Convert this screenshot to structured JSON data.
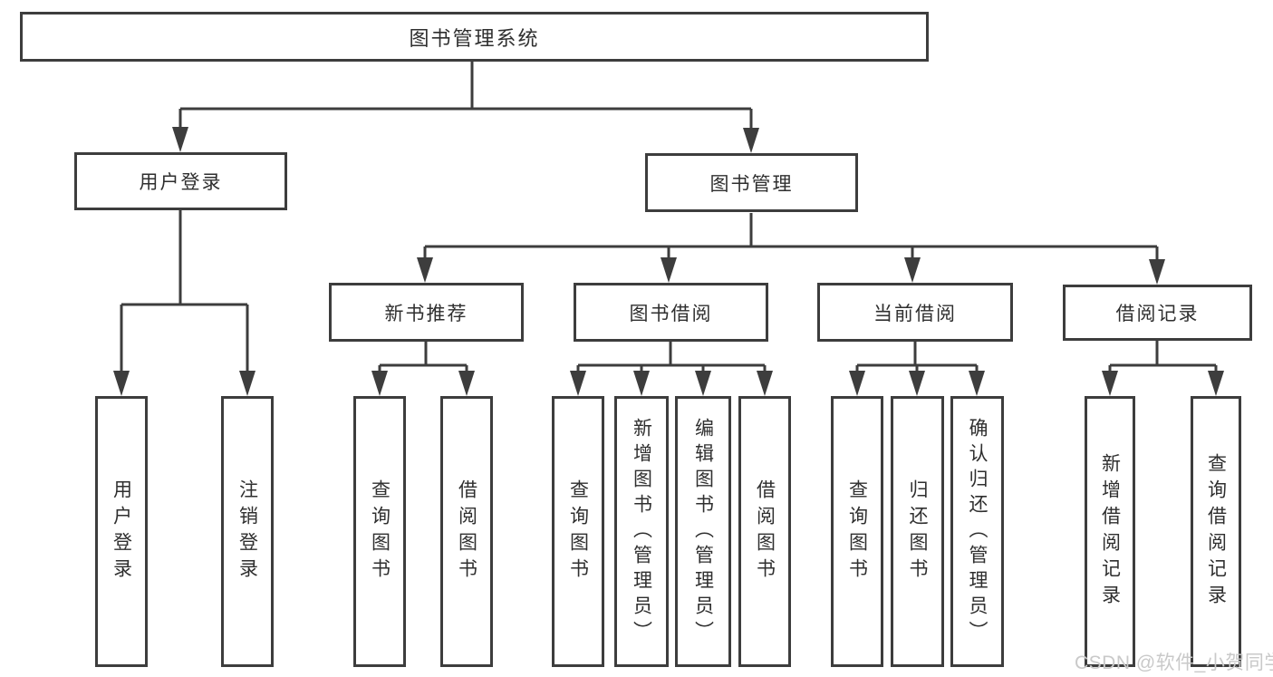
{
  "tree": {
    "root": "图书管理系统",
    "branches": [
      {
        "label": "用户登录",
        "children": [
          "用户登录",
          "注销登录"
        ]
      },
      {
        "label": "图书管理",
        "groups": [
          {
            "label": "新书推荐",
            "children": [
              "查询图书",
              "借阅图书"
            ]
          },
          {
            "label": "图书借阅",
            "children": [
              "查询图书",
              "新增图书（管理员）",
              "编辑图书（管理员）",
              "借阅图书"
            ]
          },
          {
            "label": "当前借阅",
            "children": [
              "查询图书",
              "归还图书",
              "确认归还（管理员）"
            ]
          },
          {
            "label": "借阅记录",
            "children": [
              "新增借阅记录",
              "查询借阅记录"
            ]
          }
        ]
      }
    ]
  },
  "watermark": {
    "text": "CSDN @软件_小贺同学"
  },
  "colors": {
    "line": "#3d3d3d",
    "text": "#2f2f2f",
    "box_background": "#ffffff",
    "page_background": "#ffffff",
    "watermark": "#c9c9c9"
  }
}
